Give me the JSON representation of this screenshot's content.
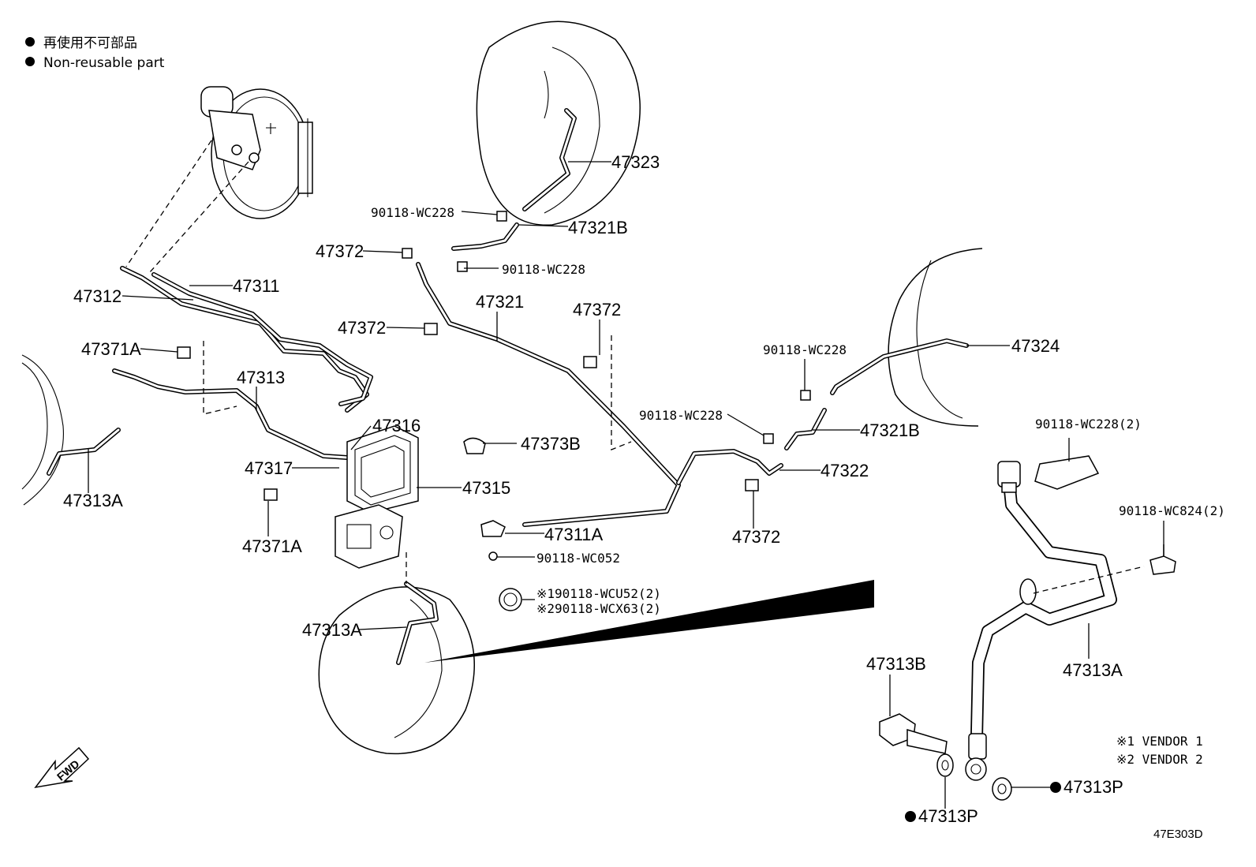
{
  "legend": {
    "ja": "再使用不可部品",
    "en": "Non-reusable part"
  },
  "vendors": {
    "v1": "※1 VENDOR 1",
    "v2": "※2 VENDOR 2"
  },
  "fwd_label": "FWD",
  "diagram_code": "47E303D",
  "parts": {
    "p47323": "47323",
    "p47321B_top": "47321B",
    "wc228_top": "90118-WC228",
    "wc228_mid": "90118-WC228",
    "p47372_top": "47372",
    "p47312": "47312",
    "p47311": "47311",
    "p47321": "47321",
    "p47372_mid": "47372",
    "p47372_right": "47372",
    "p47371A_top": "47371A",
    "p47313": "47313",
    "p47324": "47324",
    "wc228_right": "90118-WC228",
    "wc228_rmid": "90118-WC228",
    "p47321B_right": "47321B",
    "p47316": "47316",
    "p47373B": "47373B",
    "p47317": "47317",
    "p47315": "47315",
    "p47322": "47322",
    "p47313A_left": "47313A",
    "p47371A_bot": "47371A",
    "p47311A": "47311A",
    "p47372_bot": "47372",
    "wc052": "90118-WC052",
    "wcu52": "※190118-WCU52(2)",
    "wcx63": "※290118-WCX63(2)",
    "p47313A_mid": "47313A",
    "wc228_detail": "90118-WC228(2)",
    "wc824_detail": "90118-WC824(2)",
    "p47313B": "47313B",
    "p47313A_detail": "47313A",
    "p47313P_right": "47313P",
    "p47313P_bot": "47313P"
  }
}
